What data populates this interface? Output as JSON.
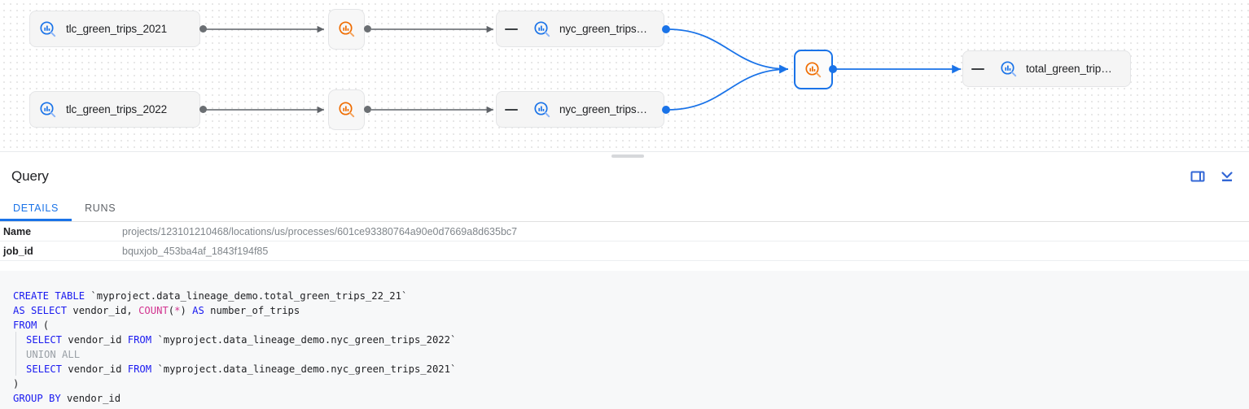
{
  "graph": {
    "nodes": [
      {
        "id": "tlc2021",
        "kind": "table",
        "label": "tlc_green_trips_2021",
        "icon": "bq-table-icon-blue",
        "collapsible": false,
        "selected": false
      },
      {
        "id": "tlc2022",
        "kind": "table",
        "label": "tlc_green_trips_2022",
        "icon": "bq-table-icon-blue",
        "collapsible": false,
        "selected": false
      },
      {
        "id": "proc1",
        "kind": "process",
        "label": "",
        "icon": "bq-process-icon-orange",
        "selected": false
      },
      {
        "id": "proc2",
        "kind": "process",
        "label": "",
        "icon": "bq-process-icon-orange",
        "selected": false
      },
      {
        "id": "nyc2021",
        "kind": "table",
        "label": "nyc_green_trips…",
        "icon": "bq-table-icon-blue",
        "collapsible": true,
        "selected": false
      },
      {
        "id": "nyc2022",
        "kind": "table",
        "label": "nyc_green_trips…",
        "icon": "bq-table-icon-blue",
        "collapsible": true,
        "selected": false
      },
      {
        "id": "proc3",
        "kind": "process",
        "label": "",
        "icon": "bq-process-icon-orange",
        "selected": true
      },
      {
        "id": "total",
        "kind": "table",
        "label": "total_green_trip…",
        "icon": "bq-table-icon-blue",
        "collapsible": true,
        "selected": false
      }
    ],
    "colors": {
      "selected_edge": "#1a73e8",
      "edge": "#5f6368",
      "node_bg": "#f5f5f5",
      "accent": "#1a73e8",
      "process_icon": "#ef6c00"
    }
  },
  "panel": {
    "title": "Query",
    "actions": [
      {
        "name": "side-panel-toggle",
        "icon": "side-panel-icon"
      },
      {
        "name": "collapse-panel",
        "icon": "chevron-down-bar-icon"
      }
    ],
    "tabs": [
      {
        "label": "DETAILS",
        "active": true
      },
      {
        "label": "RUNS",
        "active": false
      }
    ],
    "details": [
      {
        "key": "Name",
        "value": "projects/123101210468/locations/us/processes/601ce93380764a90e0d7669a8d635bc7"
      },
      {
        "key": "job_id",
        "value": "bquxjob_453ba4af_1843f194f85"
      }
    ]
  },
  "sql": {
    "lines": [
      {
        "indent": 0,
        "tokens": [
          {
            "t": "CREATE TABLE ",
            "c": "k"
          },
          {
            "t": "`myproject.data_lineage_demo.total_green_trips_22_21`",
            "c": "p"
          }
        ]
      },
      {
        "indent": 0,
        "tokens": [
          {
            "t": "AS SELECT ",
            "c": "k"
          },
          {
            "t": "vendor_id, ",
            "c": "p"
          },
          {
            "t": "COUNT",
            "c": "f"
          },
          {
            "t": "(",
            "c": "p"
          },
          {
            "t": "*",
            "c": "f"
          },
          {
            "t": ") ",
            "c": "p"
          },
          {
            "t": "AS ",
            "c": "k"
          },
          {
            "t": "number_of_trips",
            "c": "p"
          }
        ]
      },
      {
        "indent": 0,
        "tokens": [
          {
            "t": "FROM ",
            "c": "k"
          },
          {
            "t": "(",
            "c": "p"
          }
        ]
      },
      {
        "indent": 1,
        "tokens": [
          {
            "t": "SELECT ",
            "c": "k"
          },
          {
            "t": "vendor_id ",
            "c": "p"
          },
          {
            "t": "FROM ",
            "c": "k"
          },
          {
            "t": "`myproject.data_lineage_demo.nyc_green_trips_2022`",
            "c": "p"
          }
        ]
      },
      {
        "indent": 1,
        "tokens": [
          {
            "t": "UNION ALL",
            "c": "c"
          }
        ]
      },
      {
        "indent": 1,
        "tokens": [
          {
            "t": "SELECT ",
            "c": "k"
          },
          {
            "t": "vendor_id ",
            "c": "p"
          },
          {
            "t": "FROM ",
            "c": "k"
          },
          {
            "t": "`myproject.data_lineage_demo.nyc_green_trips_2021`",
            "c": "p"
          }
        ]
      },
      {
        "indent": 0,
        "tokens": [
          {
            "t": ")",
            "c": "p"
          }
        ]
      },
      {
        "indent": 0,
        "tokens": [
          {
            "t": "GROUP BY ",
            "c": "k"
          },
          {
            "t": "vendor_id",
            "c": "p"
          }
        ]
      }
    ]
  }
}
